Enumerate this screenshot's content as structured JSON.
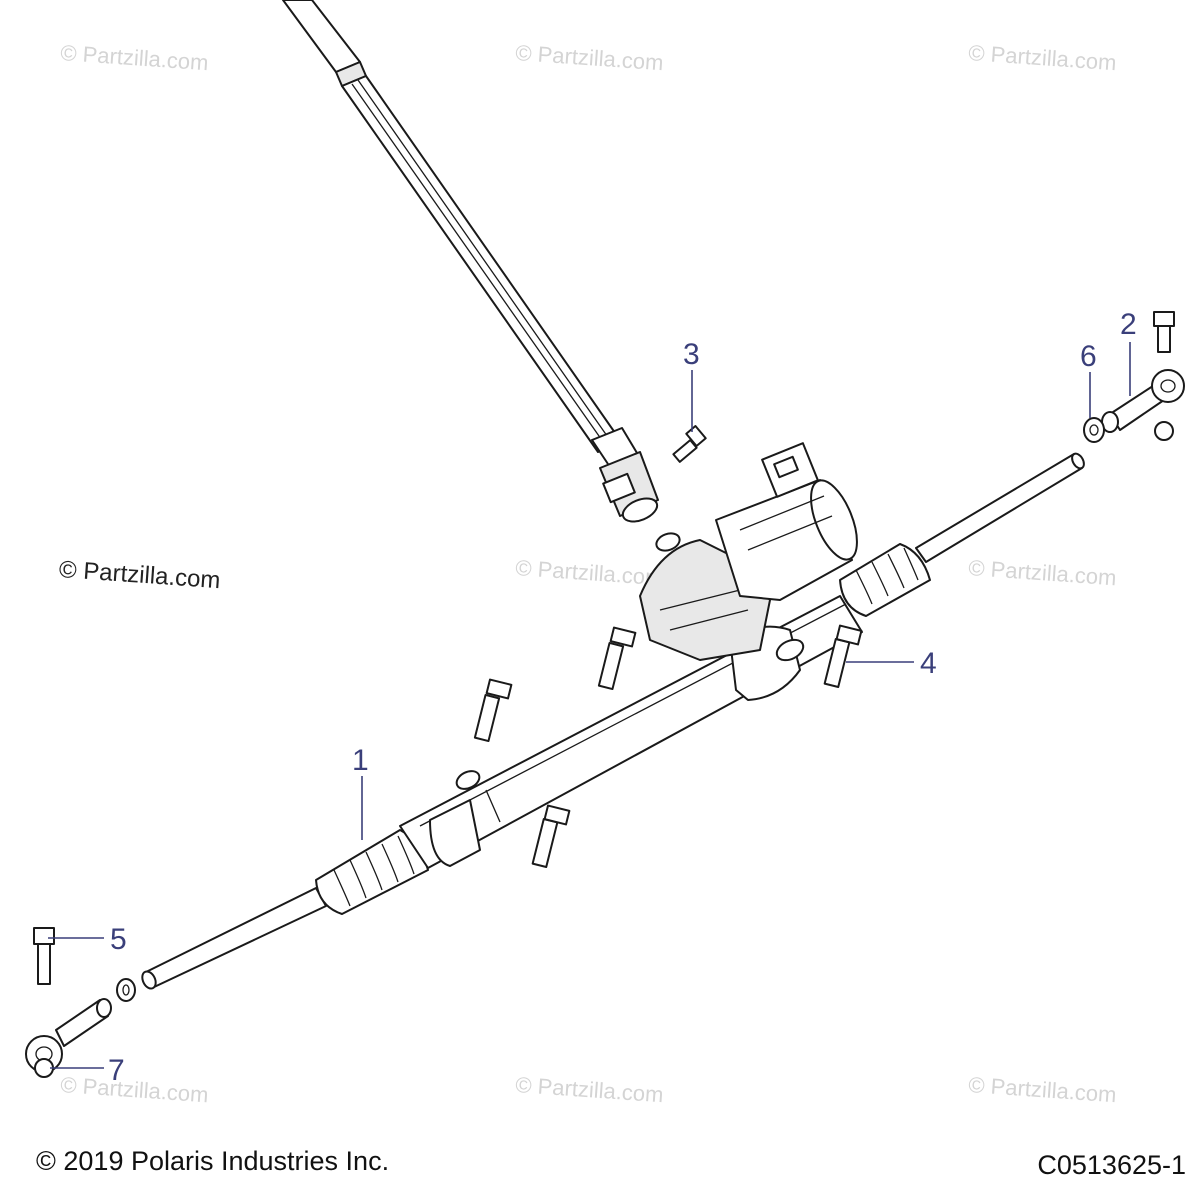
{
  "watermark": {
    "main_text": "© Partzilla.com",
    "tile_text": "© Partzilla.com"
  },
  "callouts": [
    {
      "number": "1",
      "part": "steering-rack"
    },
    {
      "number": "2",
      "part": "tie-rod-end-right"
    },
    {
      "number": "3",
      "part": "shaft-bolt"
    },
    {
      "number": "4",
      "part": "rack-mount-bolts"
    },
    {
      "number": "5",
      "part": "tie-rod-end-bolt"
    },
    {
      "number": "6",
      "part": "jam-nut"
    },
    {
      "number": "7",
      "part": "tie-rod-end-nut"
    }
  ],
  "footer": {
    "copyright": "© 2019 Polaris Industries Inc.",
    "drawing_number": "C0513625-1"
  },
  "colors": {
    "callout": "#3a3f7a",
    "watermark": "#d4d4d4",
    "line": "#1a1a1a"
  }
}
